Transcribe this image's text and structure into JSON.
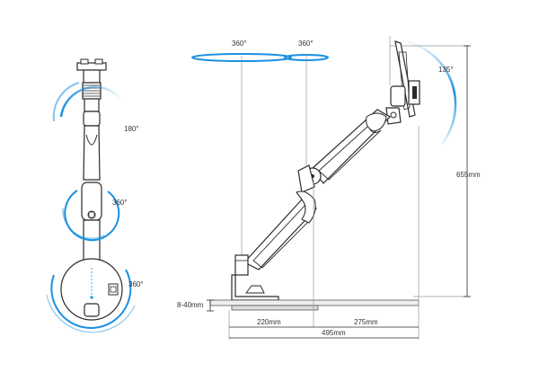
{
  "colors": {
    "accent": "#1a8fe0",
    "line": "#2b2b2b",
    "guide": "#999999"
  },
  "left_view": {
    "rot_top": "180°",
    "rot_mid": "360°",
    "rot_base": "360°"
  },
  "side_view": {
    "rot_left": "360°",
    "rot_right": "360°",
    "tilt": "135°",
    "height": "655mm",
    "clamp": "8-40mm",
    "dim_a": "220mm",
    "dim_b": "275mm",
    "total": "495mm"
  }
}
